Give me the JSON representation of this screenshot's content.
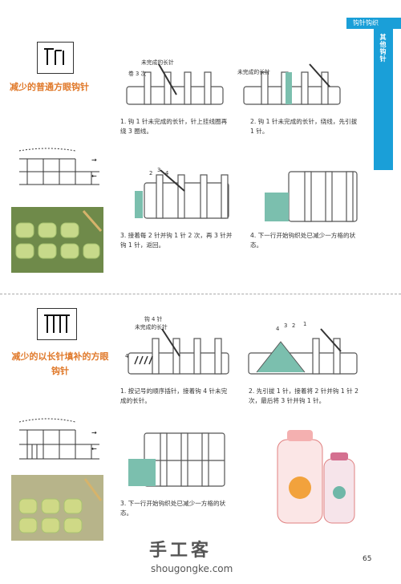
{
  "header": {
    "section": "钩针钩织",
    "tab": "其他钩针"
  },
  "section1": {
    "title": "减少的普通方眼钩针",
    "label_a": "未完成的长针",
    "label_b": "卷 3 次",
    "label_c": "未完成的长针",
    "nums": [
      "2",
      "3",
      "4"
    ],
    "step1": "1. 钩 1 针未完成的长针，针上挂线圈再绕 3 圈线。",
    "step2": "2. 钩 1 针未完成的长针，绕线，先引拔 1 针。",
    "step3": "3. 接着每 2 针并钩 1 针 2 次，再 3 针并钩 1 针，返回。",
    "step4": "4. 下一行开始钩织处已减少一方格的状态。"
  },
  "section2": {
    "title": "减少的以长针填补的方眼钩针",
    "label_a": "钩 4 针",
    "label_b": "未完成的长针",
    "nums": [
      "4",
      "3",
      "2",
      "1"
    ],
    "num_left": "4",
    "step1": "1. 按记号的顺序插针，接着钩 4 针未完成的长针。",
    "step2": "2. 先引拔 1 针，接着将 2 针并钩 1 针 2 次，最后将 3 针并钩 1 针。",
    "step3": "3. 下一行开始钩织处已减少一方格的状态。"
  },
  "footer": {
    "watermark": "手工客",
    "url": "shougongke.com",
    "page": "65"
  },
  "colors": {
    "accent": "#e0792a",
    "tab": "#1a9fd8",
    "yarn": "#a8c470"
  }
}
